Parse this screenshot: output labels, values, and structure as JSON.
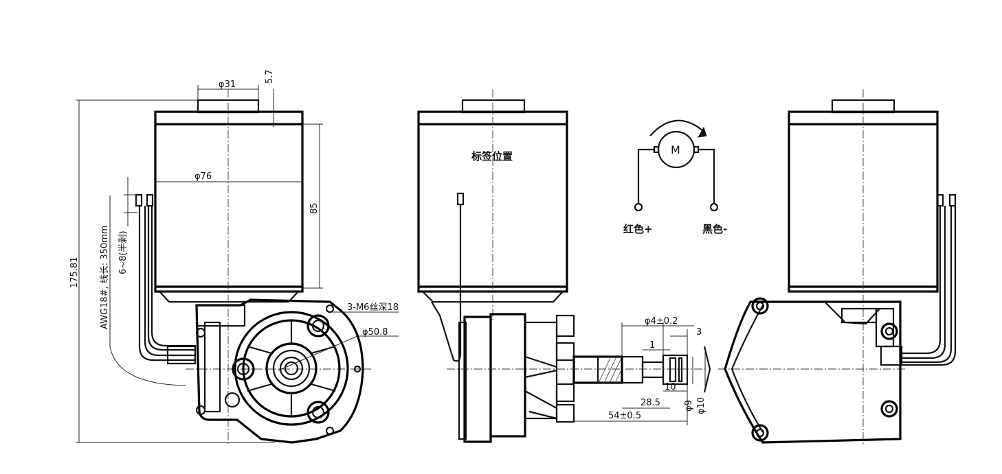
{
  "dimensions": {
    "shaft_dia_top": "φ31",
    "top_offset": "5.7",
    "motor_dia": "φ76",
    "motor_height": "85",
    "total_height": "175.81",
    "cable_note": "AWG18#, 线长: 350mm",
    "strip_note": "6~8(半剥)",
    "mount_holes": "3-M6丝深18",
    "pcd": "φ50.8",
    "shaft_tip_dia": "φ4±0.2",
    "shaft_step_3": "3",
    "shaft_step_1": "1",
    "shaft_len_10": "10",
    "shaft_len_28_5": "28.5",
    "shaft_len_54": "54±0.5",
    "shaft_dia_9": "φ9",
    "shaft_dia_10": "φ10"
  },
  "labels": {
    "label_position": "标签位置",
    "motor_symbol": "M",
    "red_positive": "红色+",
    "black_negative": "黑色-"
  },
  "colors": {
    "line": "#111111",
    "background": "#ffffff"
  }
}
